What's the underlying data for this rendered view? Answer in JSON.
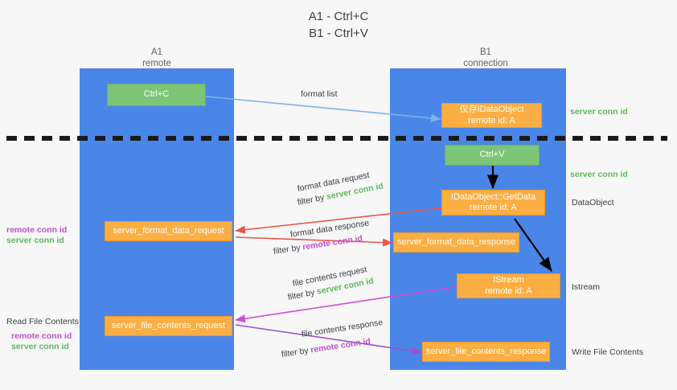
{
  "title": {
    "line1": "A1 - Ctrl+C",
    "line2": "B1 - Ctrl+V"
  },
  "columns": [
    {
      "name": "A1",
      "sub": "remote"
    },
    {
      "name": "B1",
      "sub": "connection"
    }
  ],
  "boxes": {
    "ctrl_c": {
      "label": "Ctrl+C",
      "color": "#7cc576"
    },
    "data_object_create": {
      "line1": "仅存IDataObject",
      "line2": "remote id: A",
      "color": "#fbae42"
    },
    "ctrl_v": {
      "label": "Ctrl+V",
      "color": "#7cc576"
    },
    "getdata": {
      "line1": "IDataObject::GetData",
      "line2": "remote id: A",
      "color": "#fbae42"
    },
    "server_format_data_request": {
      "label": "server_format_data_request",
      "color": "#fbae42"
    },
    "server_format_data_response": {
      "label": "server_format_data_response",
      "color": "#fbae42"
    },
    "istream": {
      "line1": "IStream",
      "line2": "remote id: A",
      "color": "#fbae42"
    },
    "server_file_contents_request": {
      "label": "server_file_contents_request",
      "color": "#fbae42"
    },
    "server_file_contents_response": {
      "label": "server_file_contents_response",
      "color": "#fbae42"
    }
  },
  "annotations": {
    "format_list": "format list",
    "format_data_request": "format data request",
    "format_data_response": "format data response",
    "file_contents_request": "file contents request",
    "file_contents_response": "file contents response",
    "filter_by": "filter by",
    "server_conn_id": "server conn id",
    "remote_conn_id": "remote conn id"
  },
  "right_labels": {
    "server_conn_id_top": "server conn id",
    "server_conn_id_mid": "server conn id",
    "data_object": "DataObject",
    "istream": "Istream",
    "write_file_contents": "Write File Contents"
  },
  "left_labels": {
    "remote_conn_id_1": "remote conn id",
    "server_conn_id_1": "server conn id",
    "read_file_contents": "Read File Contents",
    "remote_conn_id_2": "remote conn id",
    "server_conn_id_2": "server conn id"
  },
  "colors": {
    "lane": "#4a86e8",
    "green_box": "#7cc576",
    "orange_box": "#fbae42",
    "green_text": "#5db85c",
    "purple_text": "#c04fd0",
    "arrow_blue": "#7fb3e8",
    "arrow_red": "#e8584a",
    "arrow_magenta": "#d14bd1",
    "arrow_purple": "#9b51d0",
    "arrow_black": "#000000",
    "divider": "#1a1a1a",
    "background": "#f7f7f7"
  }
}
